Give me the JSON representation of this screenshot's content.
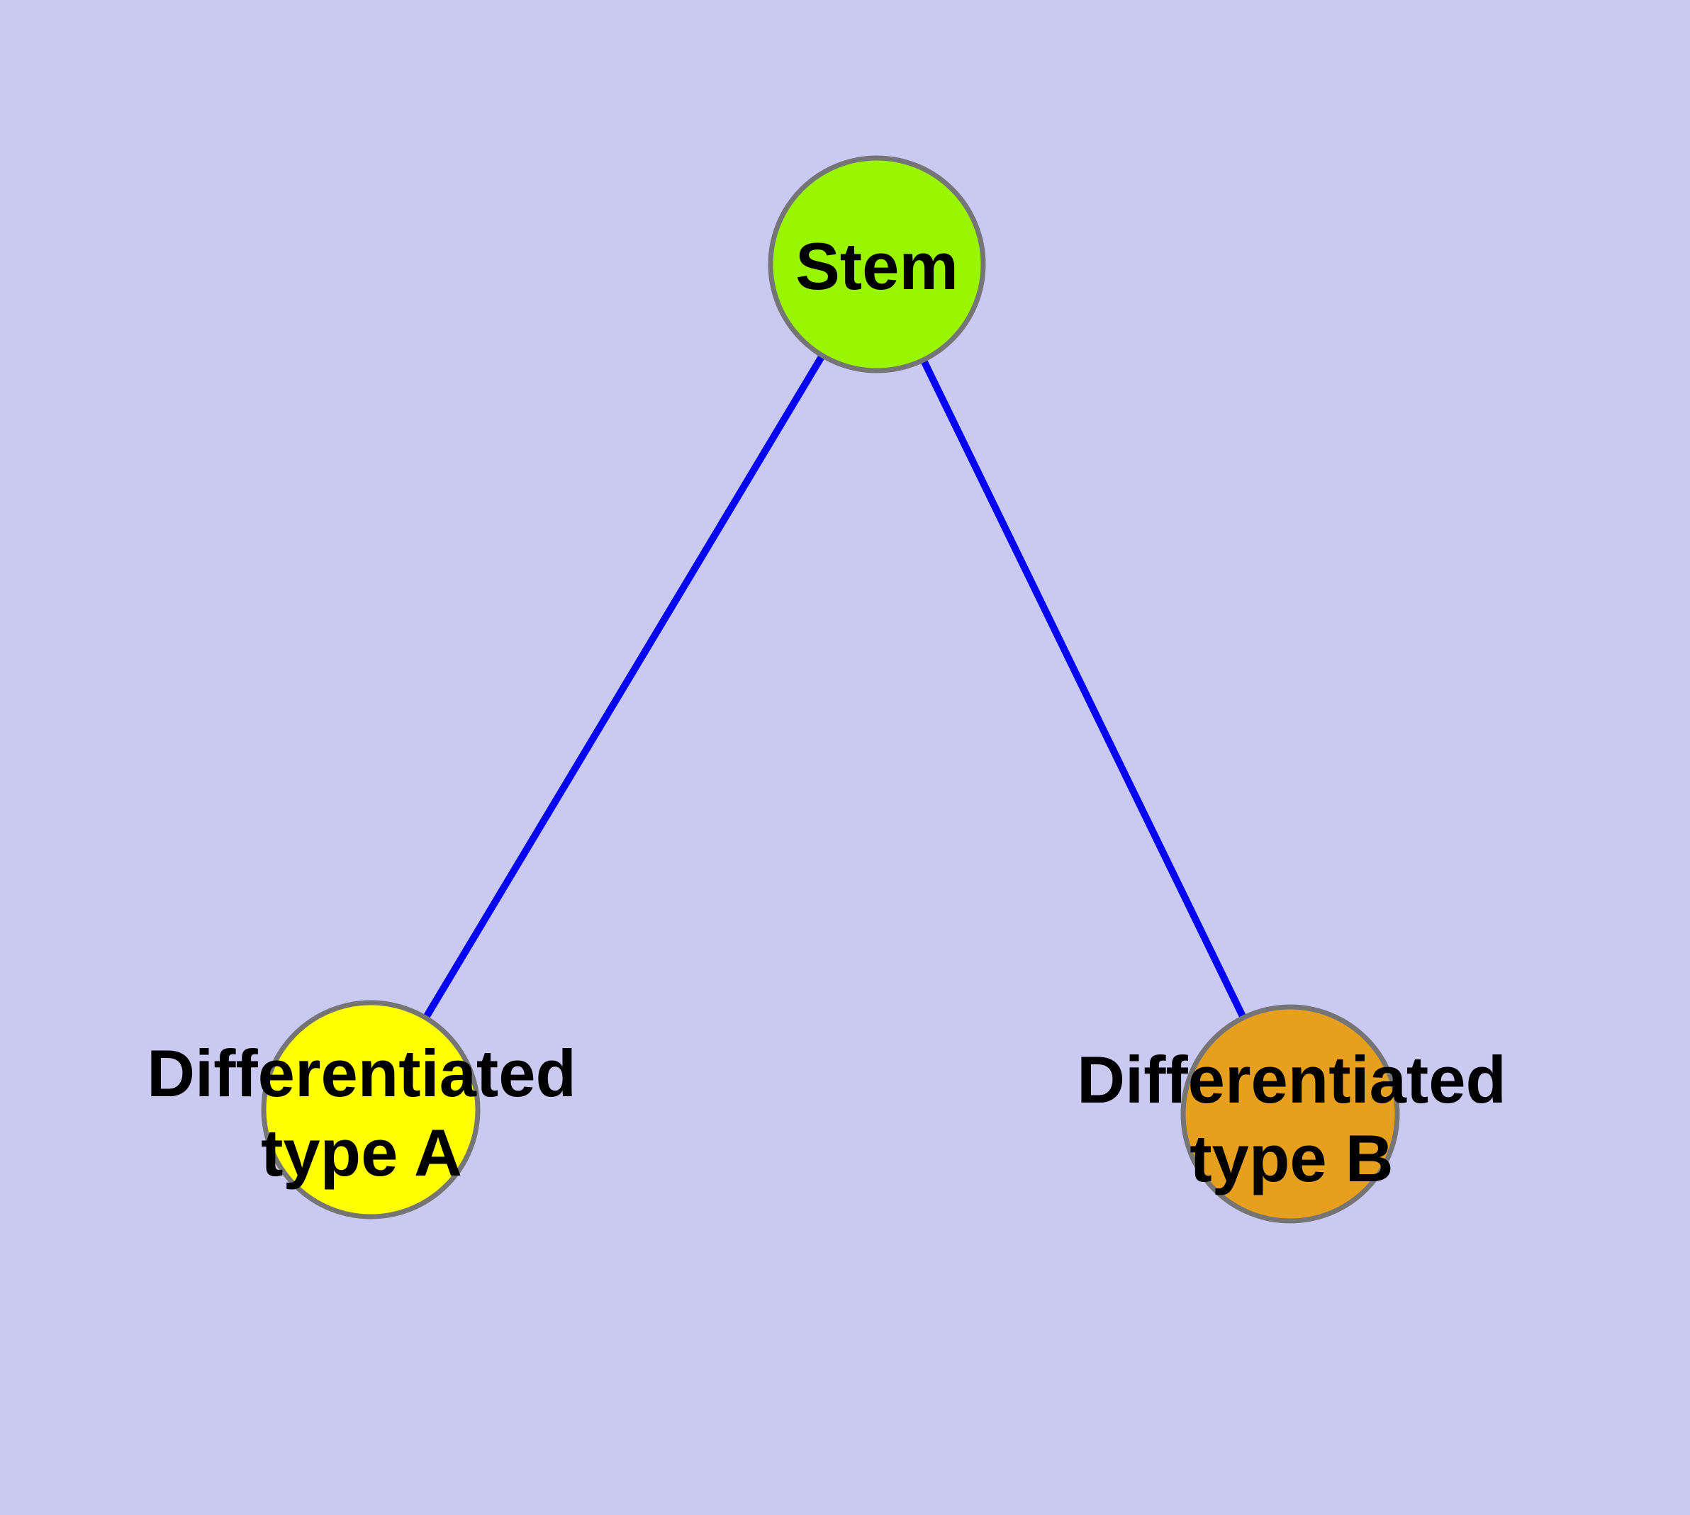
{
  "diagram": {
    "description": "Stem cell differentiation graph with one parent node and two differentiated child nodes",
    "background_color": "#C9C9F1",
    "edge_color": "#0505F2",
    "node_border_color": "#757575",
    "text_color": "#000000",
    "nodes": [
      {
        "id": "stem",
        "label": "Stem",
        "fill": "#9AF500"
      },
      {
        "id": "differentiated-type-a",
        "label_line1": "Differentiated",
        "label_line2": "type A",
        "fill": "#FFFF00"
      },
      {
        "id": "differentiated-type-b",
        "label_line1": "Differentiated",
        "label_line2": "type B",
        "fill": "#E6A01E"
      }
    ],
    "edges": [
      {
        "from": "stem",
        "to": "differentiated-type-a"
      },
      {
        "from": "stem",
        "to": "differentiated-type-b"
      }
    ]
  }
}
